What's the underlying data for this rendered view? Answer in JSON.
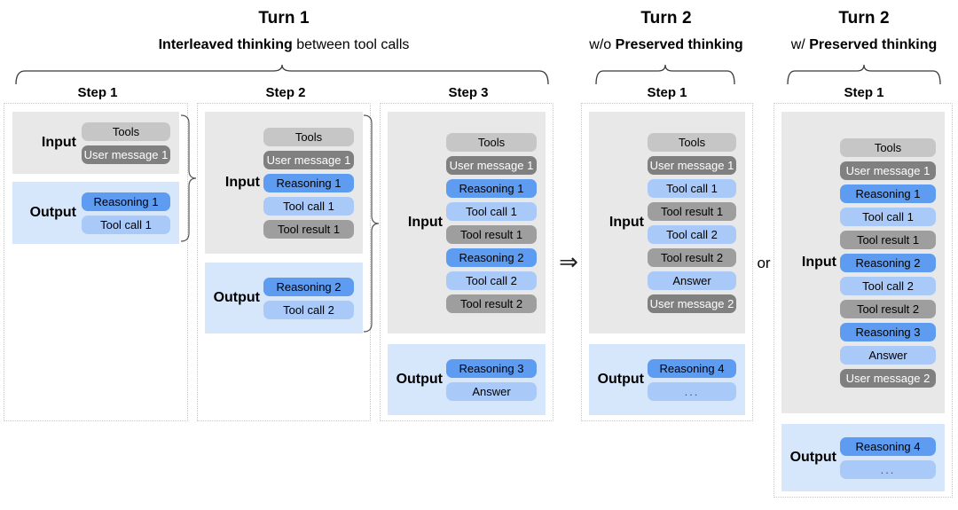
{
  "diagram": {
    "title_turn1": "Turn 1",
    "subtitle_turn1_bold": "Interleaved thinking",
    "subtitle_turn1_rest": " between tool calls",
    "title_turn2a": "Turn 2",
    "subtitle_turn2a_pre": "w/o ",
    "subtitle_turn2a_bold": "Preserved thinking",
    "title_turn2b": "Turn 2",
    "subtitle_turn2b_pre": "w/ ",
    "subtitle_turn2b_bold": "Preserved thinking",
    "connector_arrow": "⇒",
    "connector_or": "or"
  },
  "colors": {
    "tools": "#c6c6c6",
    "user_message": "#808080",
    "reasoning": "#5d9cf0",
    "tool_call": "#a9c9f8",
    "tool_result": "#9e9e9e",
    "answer": "#a9c9f8",
    "input_panel": "#e8e8e8",
    "output_panel": "#d7e7fb",
    "column_border": "#c9c9c9"
  },
  "labels": {
    "input": "Input",
    "output": "Output"
  },
  "columns": [
    {
      "step_label": "Step 1",
      "group": "turn1",
      "input": [
        {
          "text": "Tools",
          "kind": "tools"
        },
        {
          "text": "User message 1",
          "kind": "usermsg"
        }
      ],
      "output": [
        {
          "text": "Reasoning 1",
          "kind": "reasoning"
        },
        {
          "text": "Tool call 1",
          "kind": "toolcall"
        }
      ]
    },
    {
      "step_label": "Step 2",
      "group": "turn1",
      "input": [
        {
          "text": "Tools",
          "kind": "tools"
        },
        {
          "text": "User message 1",
          "kind": "usermsg"
        },
        {
          "text": "Reasoning 1",
          "kind": "reasoning"
        },
        {
          "text": "Tool call 1",
          "kind": "toolcall"
        },
        {
          "text": "Tool result 1",
          "kind": "toolresult"
        }
      ],
      "output": [
        {
          "text": "Reasoning 2",
          "kind": "reasoning"
        },
        {
          "text": "Tool call 2",
          "kind": "toolcall"
        }
      ]
    },
    {
      "step_label": "Step 3",
      "group": "turn1",
      "input": [
        {
          "text": "Tools",
          "kind": "tools"
        },
        {
          "text": "User message 1",
          "kind": "usermsg"
        },
        {
          "text": "Reasoning 1",
          "kind": "reasoning"
        },
        {
          "text": "Tool call 1",
          "kind": "toolcall"
        },
        {
          "text": "Tool result 1",
          "kind": "toolresult"
        },
        {
          "text": "Reasoning 2",
          "kind": "reasoning"
        },
        {
          "text": "Tool call 2",
          "kind": "toolcall"
        },
        {
          "text": "Tool result 2",
          "kind": "toolresult"
        }
      ],
      "output": [
        {
          "text": "Reasoning 3",
          "kind": "reasoning"
        },
        {
          "text": "Answer",
          "kind": "answer"
        }
      ]
    },
    {
      "step_label": "Step 1",
      "group": "turn2-without",
      "input": [
        {
          "text": "Tools",
          "kind": "tools"
        },
        {
          "text": "User message 1",
          "kind": "usermsg"
        },
        {
          "text": "Tool call 1",
          "kind": "toolcall"
        },
        {
          "text": "Tool result 1",
          "kind": "toolresult"
        },
        {
          "text": "Tool call 2",
          "kind": "toolcall"
        },
        {
          "text": "Tool result 2",
          "kind": "toolresult"
        },
        {
          "text": "Answer",
          "kind": "answer"
        },
        {
          "text": "User message 2",
          "kind": "usermsg"
        }
      ],
      "output": [
        {
          "text": "Reasoning 4",
          "kind": "reasoning"
        },
        {
          "text": "...",
          "kind": "ellipsis"
        }
      ]
    },
    {
      "step_label": "Step 1",
      "group": "turn2-with",
      "input": [
        {
          "text": "Tools",
          "kind": "tools"
        },
        {
          "text": "User message 1",
          "kind": "usermsg"
        },
        {
          "text": "Reasoning 1",
          "kind": "reasoning"
        },
        {
          "text": "Tool call 1",
          "kind": "toolcall"
        },
        {
          "text": "Tool result 1",
          "kind": "toolresult"
        },
        {
          "text": "Reasoning 2",
          "kind": "reasoning"
        },
        {
          "text": "Tool call 2",
          "kind": "toolcall"
        },
        {
          "text": "Tool result 2",
          "kind": "toolresult"
        },
        {
          "text": "Reasoning 3",
          "kind": "reasoning"
        },
        {
          "text": "Answer",
          "kind": "answer"
        },
        {
          "text": "User message 2",
          "kind": "usermsg"
        }
      ],
      "output": [
        {
          "text": "Reasoning 4",
          "kind": "reasoning"
        },
        {
          "text": "...",
          "kind": "ellipsis"
        }
      ]
    }
  ]
}
